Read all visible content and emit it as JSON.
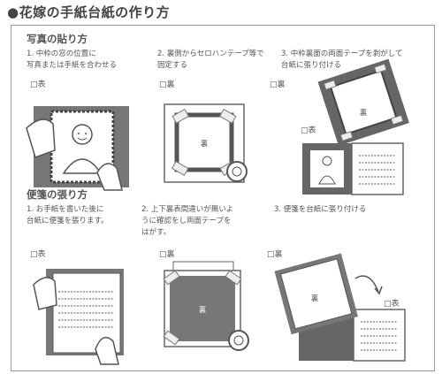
{
  "title": "●花嫁の手紙台紙の作り方",
  "photo": {
    "heading": "写真の貼り方",
    "steps": [
      "1. 中枠の窓の位置に\n写真または手紙を合わせる",
      "2. 裏側からセロハンテープ等で\n固定する",
      "3. 中枠裏面の両面テープを剥がして\n台紙に張り付ける"
    ]
  },
  "letter": {
    "heading": "便箋の張り方",
    "steps": [
      "1. お手紙を書いた後に\n台紙に便箋を張ります。",
      "2. 上下裏表間違いが無いよ\nうに確認をし両面テープを\nはがす。",
      "3. 便箋を台紙に張り付ける"
    ]
  },
  "labels": {
    "omote": "□表",
    "ura": "□裏",
    "back_text": "裏"
  }
}
